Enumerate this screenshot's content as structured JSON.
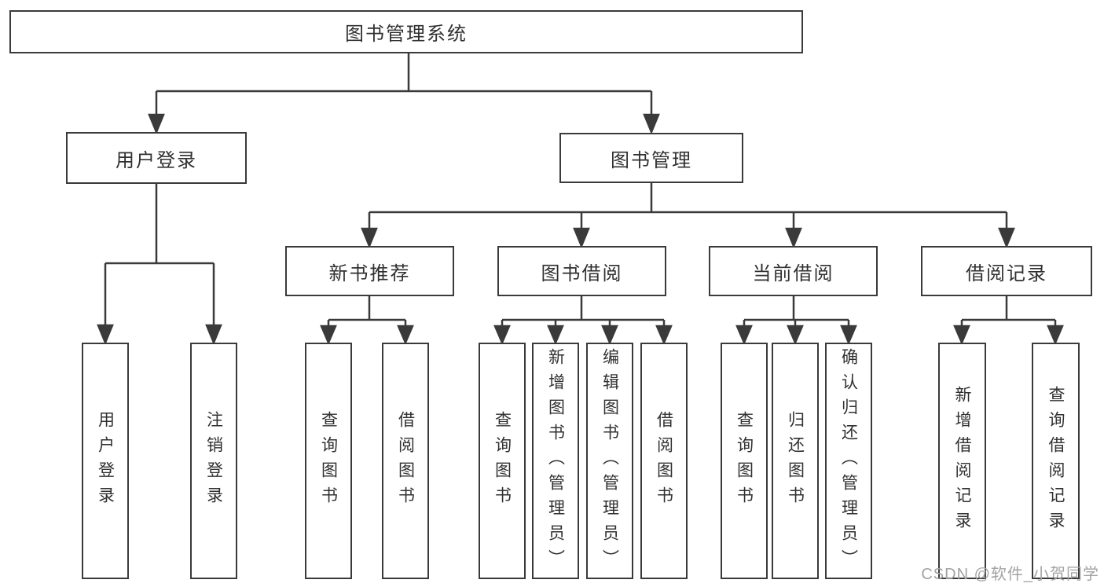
{
  "colors": {
    "line": "#3a3a3a",
    "text": "#303030",
    "box_background": "#ffffff",
    "watermark": "#a3a3a3"
  },
  "watermark": {
    "text": "CSDN @软件_小贺同学"
  },
  "tree": {
    "root": {
      "label": "图书管理系统"
    },
    "branches": [
      {
        "label": "用户登录",
        "children": [
          {
            "label": "用户登录"
          },
          {
            "label": "注销登录"
          }
        ]
      },
      {
        "label": "图书管理",
        "children": [
          {
            "label": "新书推荐",
            "children": [
              {
                "label": "查询图书"
              },
              {
                "label": "借阅图书"
              }
            ]
          },
          {
            "label": "图书借阅",
            "children": [
              {
                "label": "查询图书"
              },
              {
                "label": "新增图书（管理员）"
              },
              {
                "label": "编辑图书（管理员）"
              },
              {
                "label": "借阅图书"
              }
            ]
          },
          {
            "label": "当前借阅",
            "children": [
              {
                "label": "查询图书"
              },
              {
                "label": "归还图书"
              },
              {
                "label": "确认归还（管理员）"
              }
            ]
          },
          {
            "label": "借阅记录",
            "children": [
              {
                "label": "新增借阅记录"
              },
              {
                "label": "查询借阅记录"
              }
            ]
          }
        ]
      }
    ]
  }
}
